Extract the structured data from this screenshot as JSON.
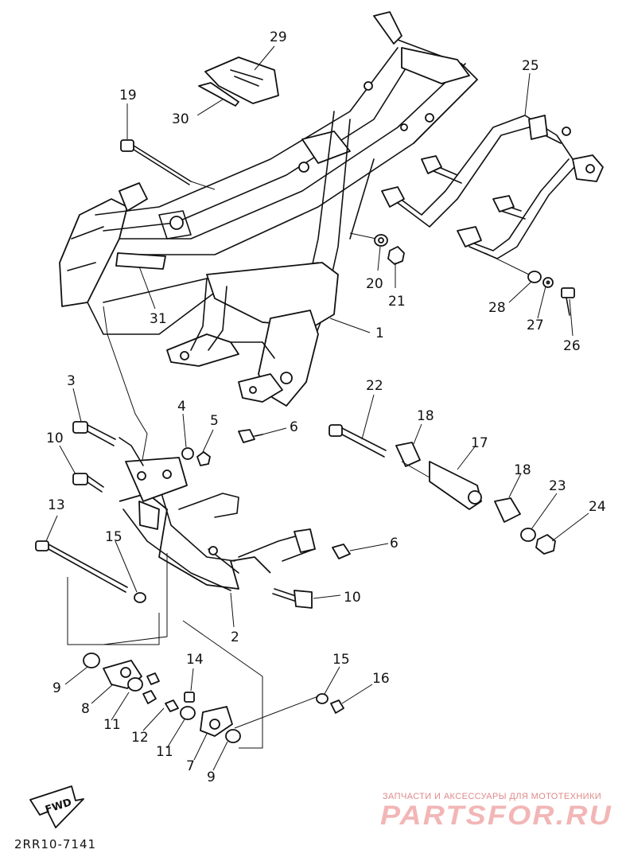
{
  "diagram": {
    "callouts": [
      {
        "id": "c29",
        "text": "29"
      },
      {
        "id": "c30",
        "text": "30"
      },
      {
        "id": "c19",
        "text": "19"
      },
      {
        "id": "c25",
        "text": "25"
      },
      {
        "id": "c20",
        "text": "20"
      },
      {
        "id": "c21",
        "text": "21"
      },
      {
        "id": "c31",
        "text": "31"
      },
      {
        "id": "c1",
        "text": "1"
      },
      {
        "id": "c28",
        "text": "28"
      },
      {
        "id": "c27",
        "text": "27"
      },
      {
        "id": "c26",
        "text": "26"
      },
      {
        "id": "c3",
        "text": "3"
      },
      {
        "id": "c4",
        "text": "4"
      },
      {
        "id": "c5",
        "text": "5"
      },
      {
        "id": "c6a",
        "text": "6"
      },
      {
        "id": "c22",
        "text": "22"
      },
      {
        "id": "c18a",
        "text": "18"
      },
      {
        "id": "c17",
        "text": "17"
      },
      {
        "id": "c10a",
        "text": "10"
      },
      {
        "id": "c18b",
        "text": "18"
      },
      {
        "id": "c23",
        "text": "23"
      },
      {
        "id": "c24",
        "text": "24"
      },
      {
        "id": "c13",
        "text": "13"
      },
      {
        "id": "c15a",
        "text": "15"
      },
      {
        "id": "c6b",
        "text": "6"
      },
      {
        "id": "c10b",
        "text": "10"
      },
      {
        "id": "c2",
        "text": "2"
      },
      {
        "id": "c14",
        "text": "14"
      },
      {
        "id": "c15b",
        "text": "15"
      },
      {
        "id": "c16",
        "text": "16"
      },
      {
        "id": "c9a",
        "text": "9"
      },
      {
        "id": "c8",
        "text": "8"
      },
      {
        "id": "c11a",
        "text": "11"
      },
      {
        "id": "c12",
        "text": "12"
      },
      {
        "id": "c11b",
        "text": "11"
      },
      {
        "id": "c7",
        "text": "7"
      },
      {
        "id": "c9b",
        "text": "9"
      }
    ],
    "fwd_label": "FWD",
    "drawing_code": "2RR10-7141"
  },
  "watermark": {
    "tagline": "ЗАПЧАСТИ И АКСЕССУАРЫ ДЛЯ МОТОТЕХНИКИ",
    "brand": "PARTSFOR.RU"
  }
}
